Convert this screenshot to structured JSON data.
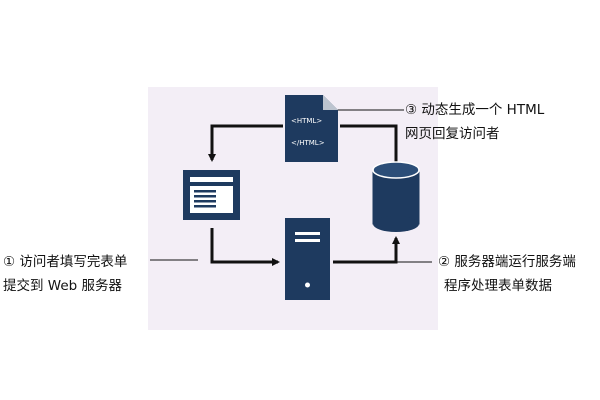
{
  "doc": {
    "html_tag_open": "<HTML>",
    "html_tag_close": "</HTML>"
  },
  "step1": {
    "line1": "① 访问者填写完表单",
    "line2": "提交到 Web  服务器"
  },
  "step2": {
    "line1": "② 服务器端运行服务端",
    "line2": "程序处理表单数据"
  },
  "step3": {
    "line1": "③ 动态生成一个  HTML",
    "line2": "网页回复访问者"
  },
  "colors": {
    "node": "#1e3a5f",
    "arrow": "#111111",
    "panel": "#f3eef6"
  }
}
